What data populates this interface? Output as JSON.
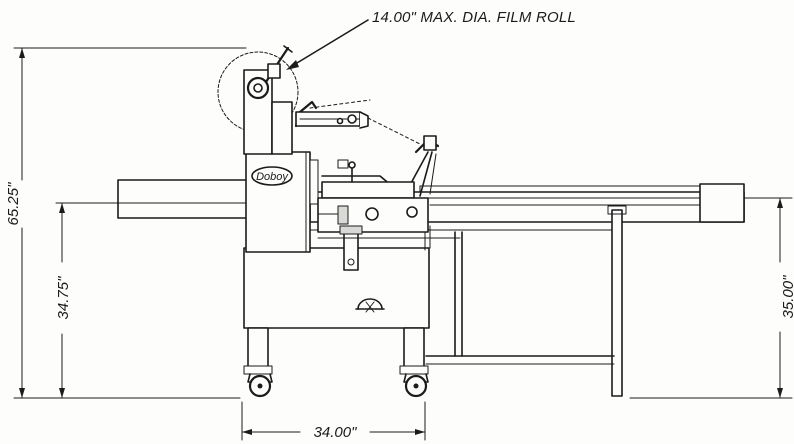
{
  "callout": {
    "film_roll": "14.00\" MAX. DIA. FILM ROLL"
  },
  "dimensions": {
    "overall_height": "65.25\"",
    "infeed_height": "34.75\"",
    "discharge_height": "35.00\"",
    "base_width": "34.00\""
  },
  "brand": {
    "logo": "Doboy"
  }
}
